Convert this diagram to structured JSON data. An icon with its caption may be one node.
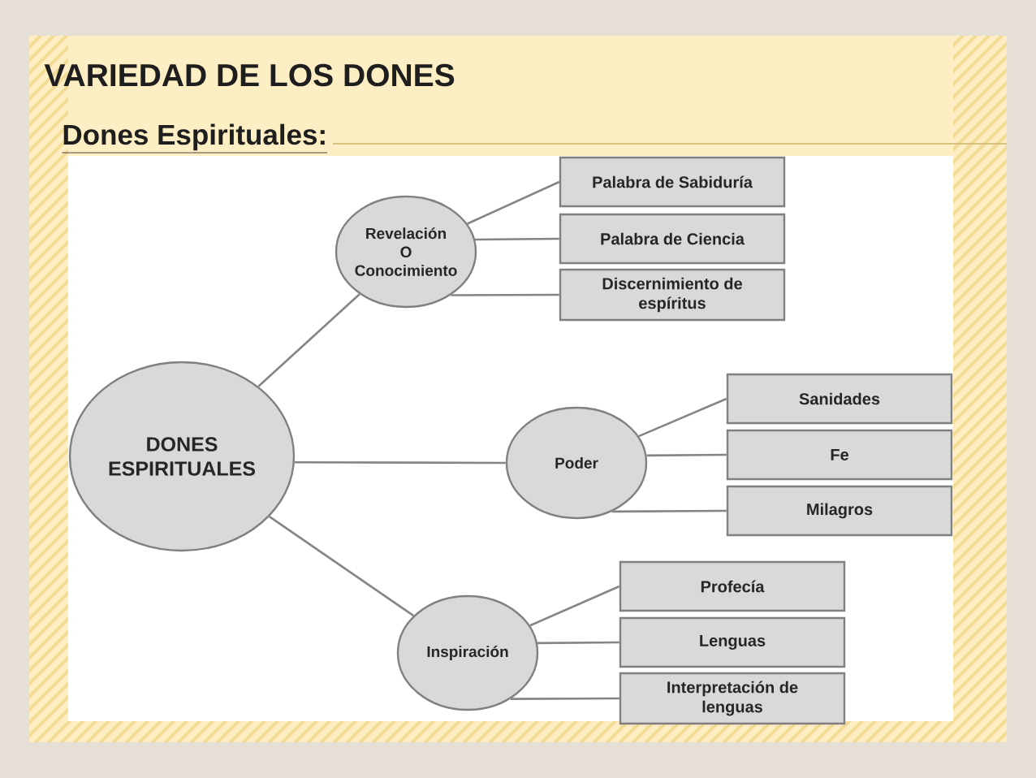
{
  "diagram": {
    "title": "VARIEDAD DE LOS DONES",
    "nodes": [
      {
        "text": [
          "DONES ESPIRITUALES"
        ]
      },
      {
        "text": [
          "Revelación O Conocimiento"
        ]
      },
      {
        "text": [
          "Palabra de Sabiduría"
        ]
      },
      {
        "text": [
          "Palabra de Ciencia"
        ]
      },
      {
        "text": [
          "Discernimiento de espíritus"
        ]
      },
      {
        "text": [
          "Poder"
        ]
      },
      {
        "text": [
          "Sanidades"
        ]
      },
      {
        "text": [
          "Fe"
        ]
      },
      {
        "text": [
          "Milagros"
        ]
      },
      {
        "text": [
          "Inspiración"
        ]
      },
      {
        "text": [
          "Profecía"
        ]
      },
      {
        "text": [
          "Lenguas"
        ]
      },
      {
        "text": [
          "Interpretación de lenguas"
        ]
      }
    ],
    "edges": [
      {
        "from": 0,
        "to": 1,
        "arrow": "none"
      },
      {
        "from": 0,
        "to": 5,
        "arrow": "none"
      },
      {
        "from": 0,
        "to": 9,
        "arrow": "none"
      },
      {
        "from": 1,
        "to": 2,
        "arrow": "none"
      },
      {
        "from": 1,
        "to": 3,
        "arrow": "none"
      },
      {
        "from": 1,
        "to": 4,
        "arrow": "none"
      },
      {
        "from": 5,
        "to": 6,
        "arrow": "none"
      },
      {
        "from": 5,
        "to": 7,
        "arrow": "none"
      },
      {
        "from": 5,
        "to": 8,
        "arrow": "none"
      },
      {
        "from": 9,
        "to": 10,
        "arrow": "none"
      },
      {
        "from": 9,
        "to": 11,
        "arrow": "none"
      },
      {
        "from": 9,
        "to": 12,
        "arrow": "none"
      }
    ],
    "labels": [
      "Dones Espirituales:"
    ]
  }
}
